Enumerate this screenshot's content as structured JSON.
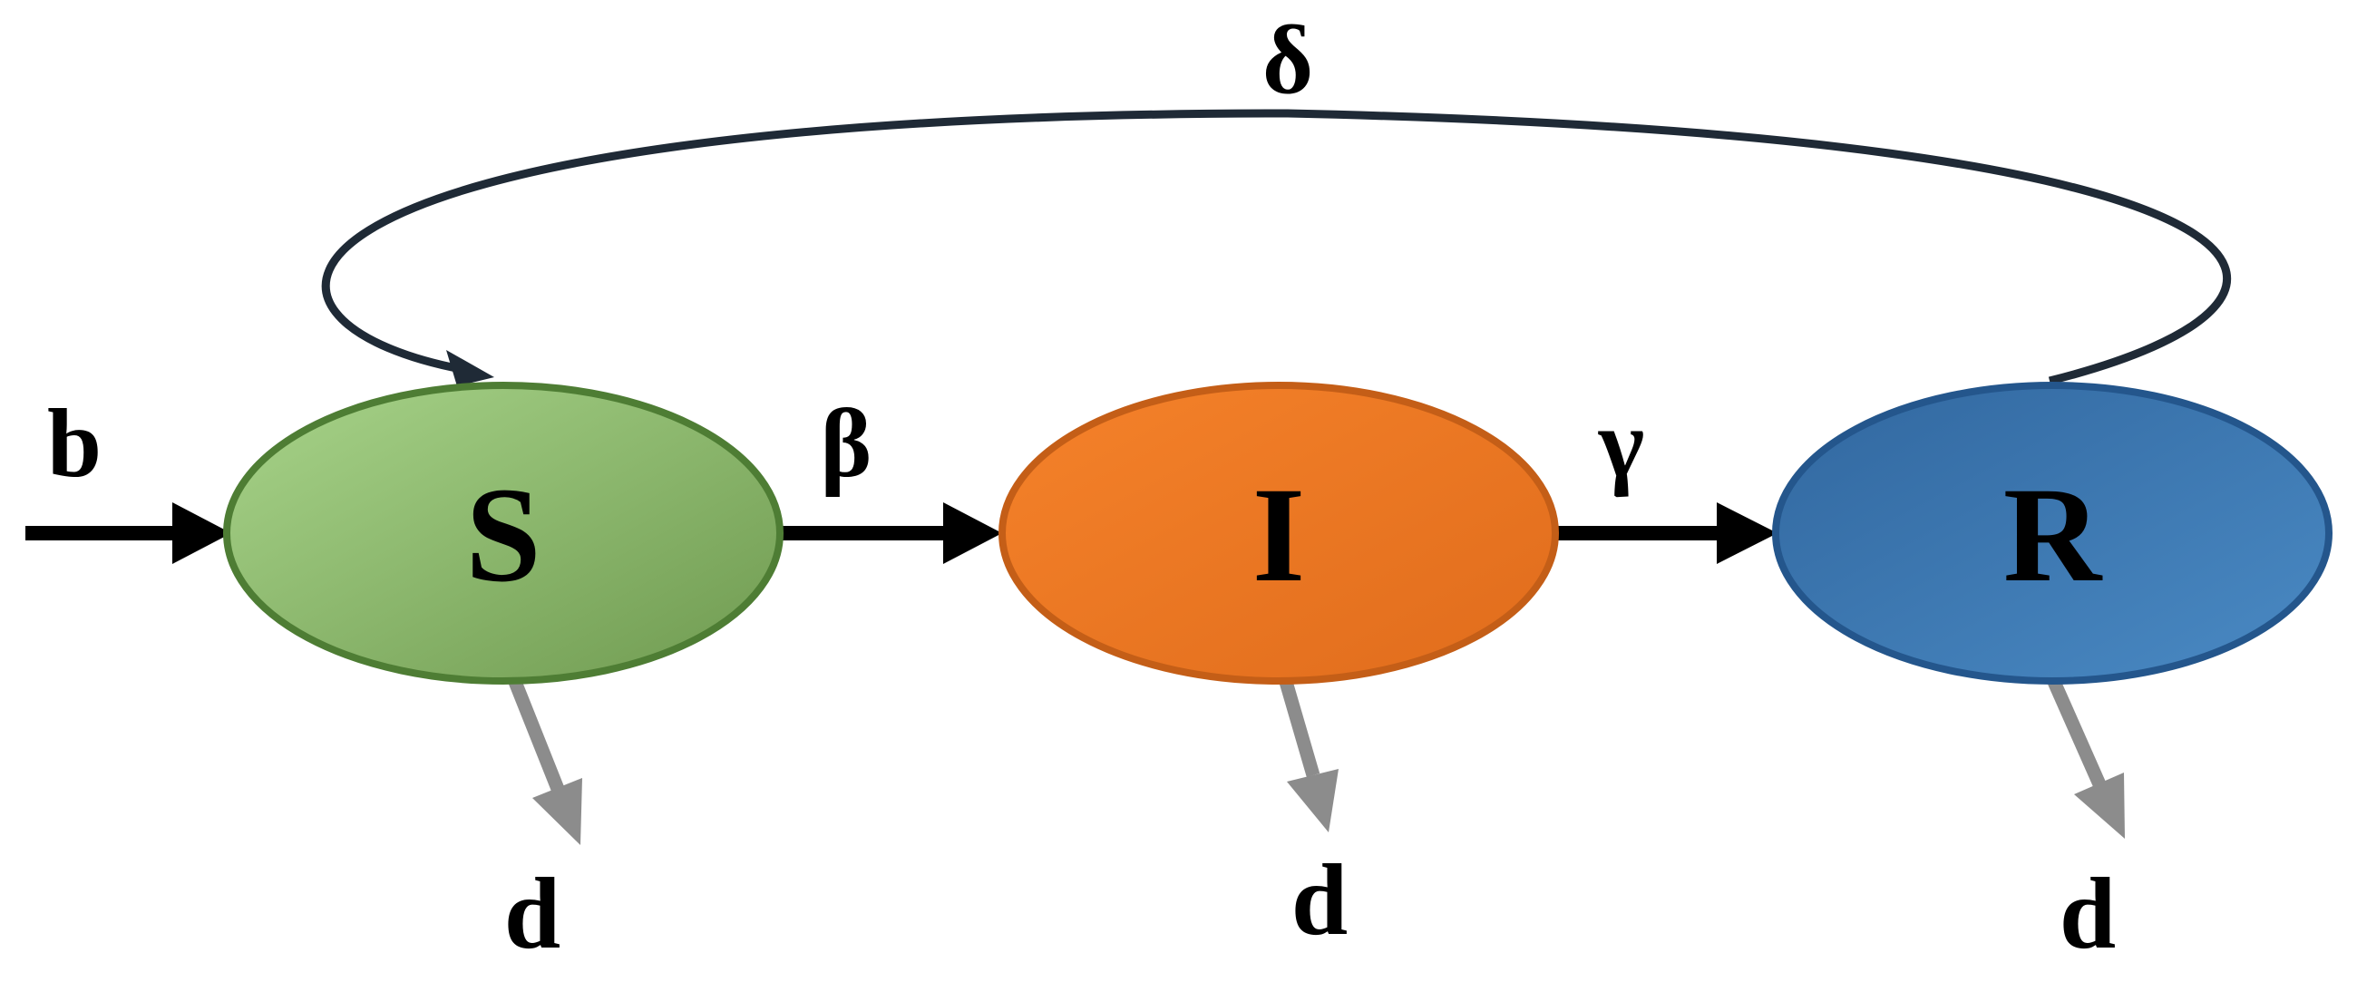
{
  "nodes": {
    "s": {
      "label": "S",
      "fill_light": "#a8d48a",
      "fill_dark": "#6f9a50",
      "stroke": "#4e7d34"
    },
    "i": {
      "label": "I",
      "fill_light": "#f5822a",
      "fill_dark": "#e06c1c",
      "stroke": "#c45e17"
    },
    "r": {
      "label": "R",
      "fill_light": "#4a8ac4",
      "fill_dark": "#31679f",
      "stroke": "#24568c"
    }
  },
  "rates": {
    "birth": "b",
    "infection": "β",
    "recovery": "γ",
    "immunity_loss": "δ"
  },
  "deaths": {
    "s": "d",
    "i": "d",
    "r": "d"
  },
  "colors": {
    "flow_arrow": "#000000",
    "death_arrow": "#8c8c8c",
    "loop_curve": "#1f2a36"
  }
}
